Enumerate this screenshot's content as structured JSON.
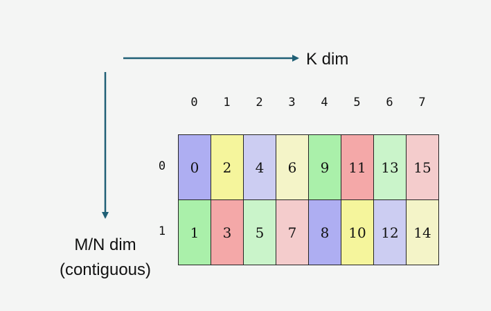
{
  "k_axis_label": "K dim",
  "mn_axis_label_line1": "M/N dim",
  "mn_axis_label_line2": "(contiguous)",
  "column_indices": [
    "0",
    "1",
    "2",
    "3",
    "4",
    "5",
    "6",
    "7"
  ],
  "row_indices": [
    "0",
    "1"
  ],
  "colors": {
    "purple": "#aeaef2",
    "yellow": "#f5f59c",
    "lavender": "#cccdf2",
    "cream": "#f4f4c8",
    "green": "#aaf0aa",
    "red": "#f4a8a8",
    "mint": "#caf4ca",
    "pink": "#f4cccc",
    "arrow": "#1f5f75"
  },
  "rows": [
    [
      {
        "value": "0",
        "color": "purple"
      },
      {
        "value": "2",
        "color": "yellow"
      },
      {
        "value": "4",
        "color": "lavender"
      },
      {
        "value": "6",
        "color": "cream"
      },
      {
        "value": "9",
        "color": "green"
      },
      {
        "value": "11",
        "color": "red"
      },
      {
        "value": "13",
        "color": "mint"
      },
      {
        "value": "15",
        "color": "pink"
      }
    ],
    [
      {
        "value": "1",
        "color": "green"
      },
      {
        "value": "3",
        "color": "red"
      },
      {
        "value": "5",
        "color": "mint"
      },
      {
        "value": "7",
        "color": "pink"
      },
      {
        "value": "8",
        "color": "purple"
      },
      {
        "value": "10",
        "color": "yellow"
      },
      {
        "value": "12",
        "color": "lavender"
      },
      {
        "value": "14",
        "color": "cream"
      }
    ]
  ]
}
